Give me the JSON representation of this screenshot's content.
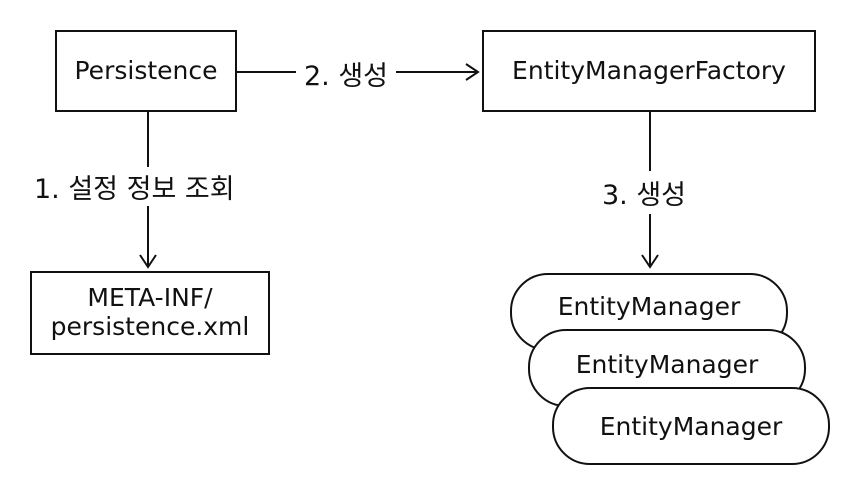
{
  "nodes": {
    "persistence": "Persistence",
    "factory": "EntityManagerFactory",
    "config_line1": "META-INF/",
    "config_line2": "persistence.xml",
    "manager_1": "EntityManager",
    "manager_2": "EntityManager",
    "manager_3": "EntityManager"
  },
  "edges": {
    "create_factory": "2. 생성",
    "read_config": "1. 설정 정보 조회",
    "create_manager": "3. 생성"
  }
}
